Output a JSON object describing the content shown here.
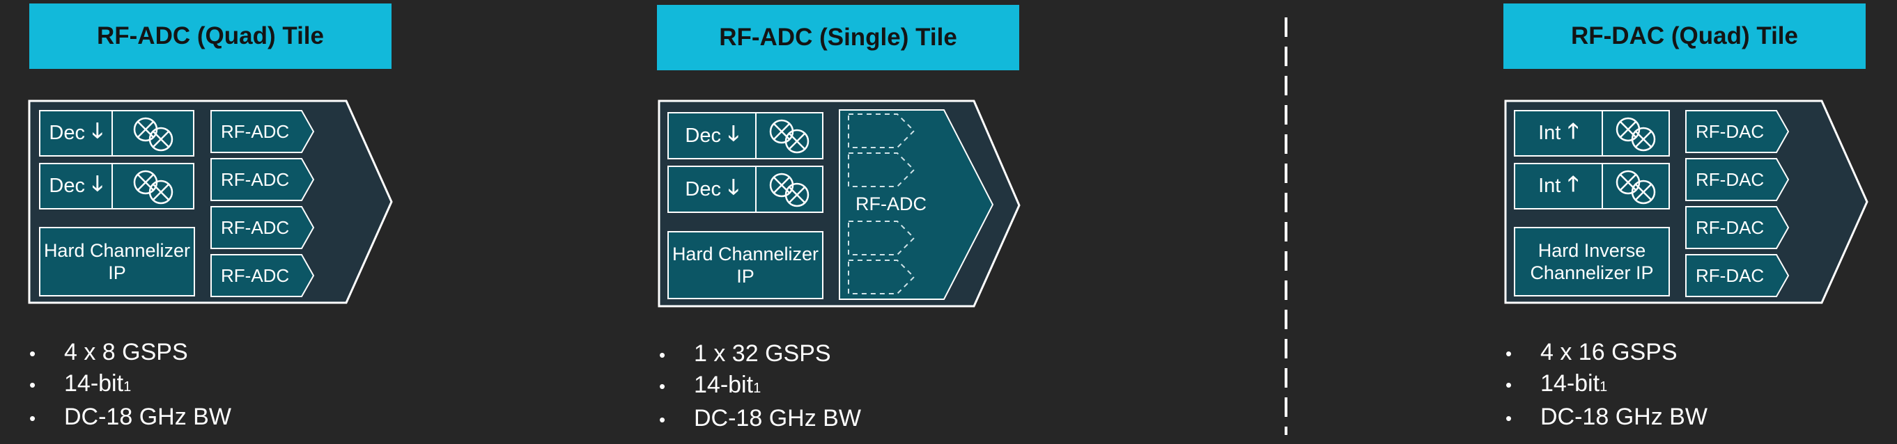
{
  "panels": [
    {
      "title": "RF-ADC (Quad) Tile",
      "dec_label": "Dec",
      "dec_arrow": "🡓",
      "channelizer_label": "Hard Channelizer IP",
      "converters": [
        "RF-ADC",
        "RF-ADC",
        "RF-ADC",
        "RF-ADC"
      ],
      "bullets": [
        {
          "text": "4 x 8 GSPS",
          "sup": ""
        },
        {
          "text": "14-bit",
          "sup": "1"
        },
        {
          "text": "DC-18 GHz BW",
          "sup": ""
        }
      ]
    },
    {
      "title": "RF-ADC (Single) Tile",
      "dec_label": "Dec",
      "dec_arrow": "🡓",
      "channelizer_label": "Hard Channelizer IP",
      "single_converter": "RF-ADC",
      "bullets": [
        {
          "text": "1 x 32 GSPS",
          "sup": ""
        },
        {
          "text": "14-bit",
          "sup": "1"
        },
        {
          "text": "DC-18 GHz BW",
          "sup": ""
        }
      ]
    },
    {
      "title": "RF-DAC (Quad) Tile",
      "dec_label": "Int",
      "dec_arrow": "🡑",
      "channelizer_label": "Hard Inverse Channelizer IP",
      "converters": [
        "RF-DAC",
        "RF-DAC",
        "RF-DAC",
        "RF-DAC"
      ],
      "bullets": [
        {
          "text": "4 x 16 GSPS",
          "sup": ""
        },
        {
          "text": "14-bit",
          "sup": "1"
        },
        {
          "text": "DC-18 GHz BW",
          "sup": ""
        }
      ]
    }
  ],
  "colors": {
    "background": "#262626",
    "title_bg": "#12b9da",
    "block_fill": "#0c5665",
    "tile_fill": "#22343f",
    "line": "#ffffff"
  }
}
